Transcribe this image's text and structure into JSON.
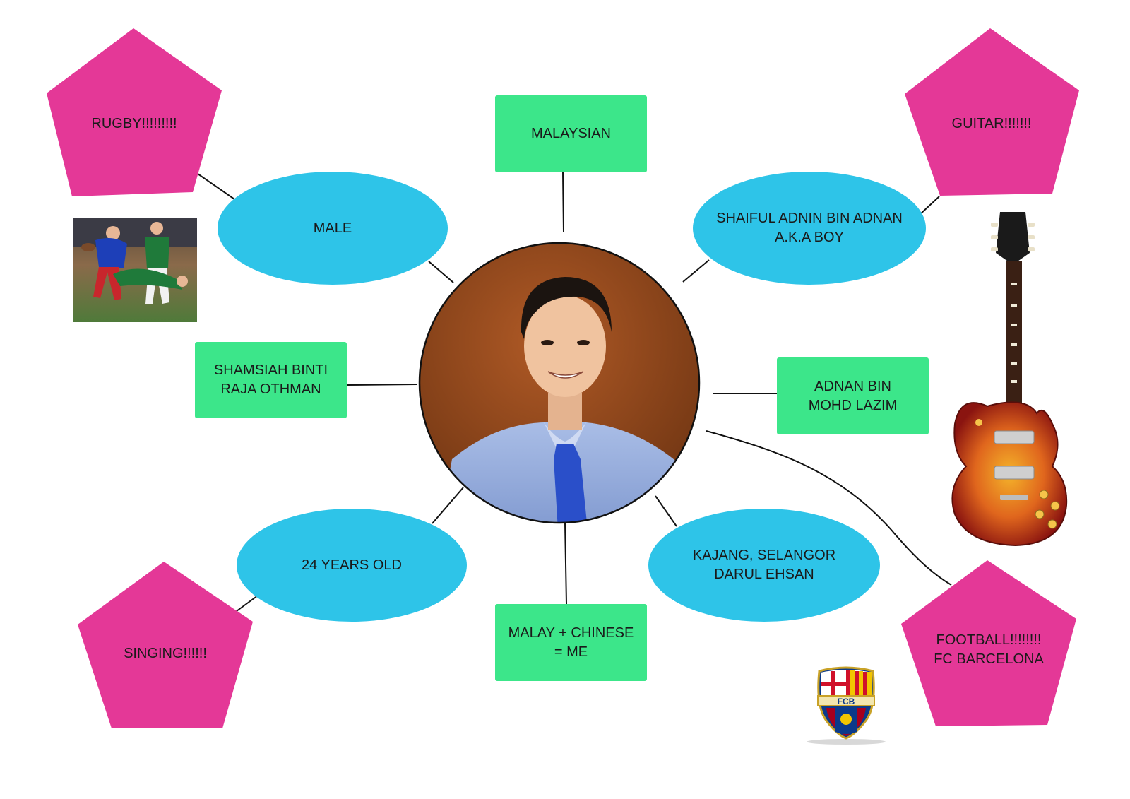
{
  "colors": {
    "ellipse": "#2ec4e8",
    "rectangle": "#3ce68a",
    "pentagon": "#e43897",
    "line": "#111111",
    "text": "#1a1a1a"
  },
  "center_photo": {
    "icon": "person-portrait-photo"
  },
  "nodes": {
    "nationality": {
      "lines": [
        "MALAYSIAN"
      ]
    },
    "gender": {
      "lines": [
        "MALE"
      ]
    },
    "name": {
      "lines": [
        "SHAIFUL ADNIN BIN ADNAN",
        "A.K.A BOY"
      ]
    },
    "mother": {
      "lines": [
        "SHAMSIAH BINTI",
        "RAJA OTHMAN"
      ]
    },
    "father": {
      "lines": [
        "ADNAN BIN",
        "MOHD LAZIM"
      ]
    },
    "age": {
      "lines": [
        "24 YEARS OLD"
      ]
    },
    "hometown": {
      "lines": [
        "KAJANG, SELANGOR",
        "DARUL EHSAN"
      ]
    },
    "race": {
      "lines": [
        "MALAY + CHINESE",
        "= ME"
      ]
    },
    "hobby_rugby": {
      "lines": [
        "RUGBY!!!!!!!!!"
      ]
    },
    "hobby_guitar": {
      "lines": [
        "GUITAR!!!!!!!"
      ]
    },
    "hobby_singing": {
      "lines": [
        "SINGING!!!!!!"
      ]
    },
    "hobby_football": {
      "lines": [
        "FOOTBALL!!!!!!!!",
        "FC BARCELONA"
      ]
    }
  },
  "pictures": {
    "rugby": {
      "icon": "rugby-players-photo"
    },
    "guitar": {
      "icon": "electric-guitar-image"
    },
    "crest": {
      "icon": "fc-barcelona-crest",
      "letters": "FCB"
    }
  }
}
